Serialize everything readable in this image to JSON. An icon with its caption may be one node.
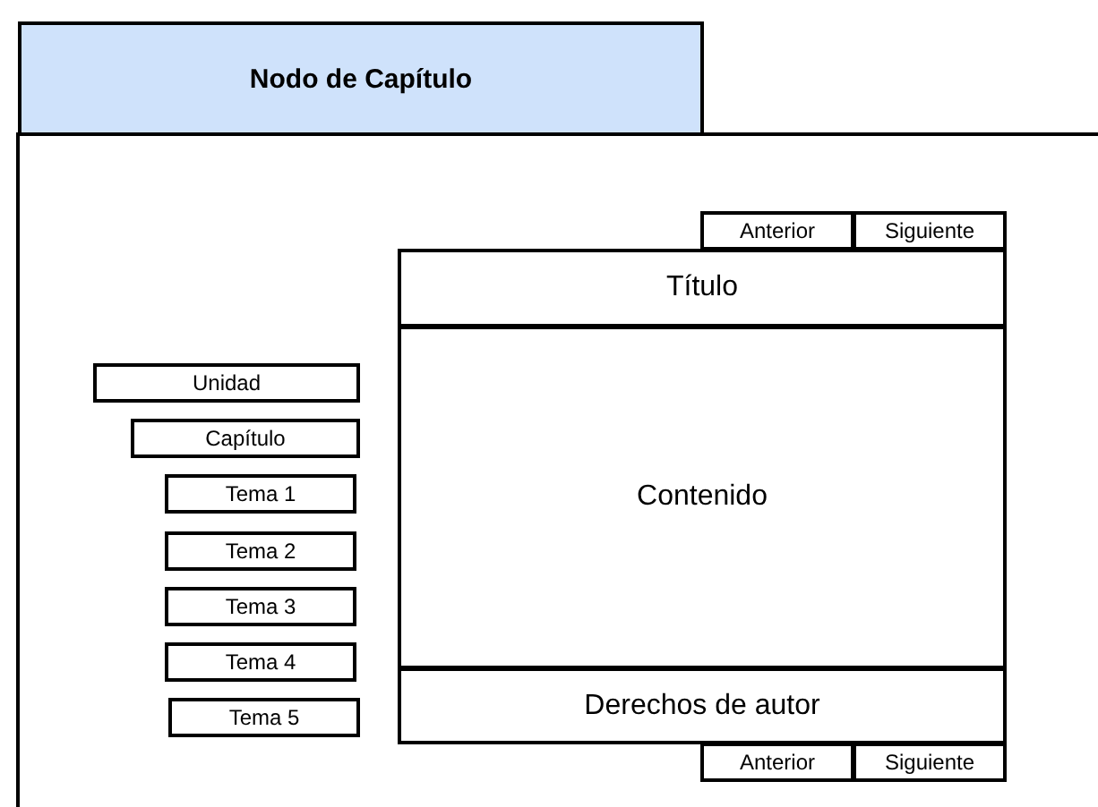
{
  "diagram": {
    "nodes": [
      {
        "text": [
          "Nodo de Capítulo"
        ]
      },
      {
        "text": [
          "Anterior"
        ]
      },
      {
        "text": [
          "Siguiente"
        ]
      },
      {
        "text": [
          "Título"
        ]
      },
      {
        "text": [
          "Unidad"
        ]
      },
      {
        "text": [
          "Capítulo"
        ]
      },
      {
        "text": [
          "Tema 1"
        ]
      },
      {
        "text": [
          "Tema 2"
        ]
      },
      {
        "text": [
          "Tema 3"
        ]
      },
      {
        "text": [
          "Tema 4"
        ]
      },
      {
        "text": [
          "Tema 5"
        ]
      },
      {
        "text": [
          "Contenido"
        ]
      },
      {
        "text": [
          "Derechos de autor"
        ]
      },
      {
        "text": [
          "Anterior"
        ]
      },
      {
        "text": [
          "Siguiente"
        ]
      }
    ]
  }
}
